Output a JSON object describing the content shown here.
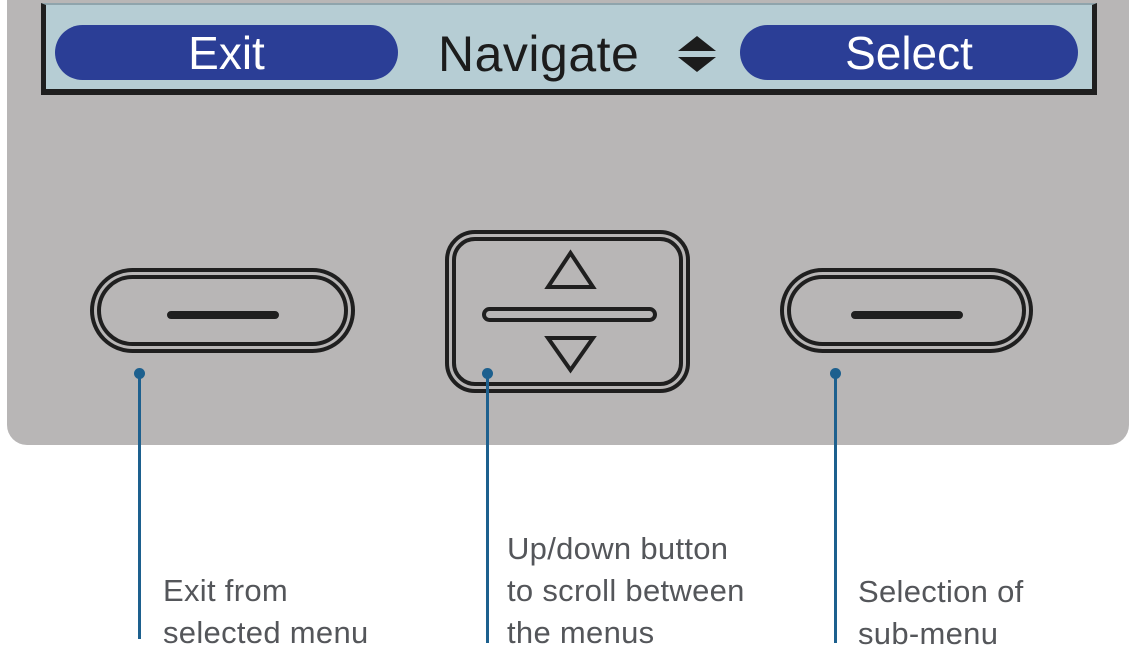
{
  "screen": {
    "exit_label": "Exit",
    "navigate_label": "Navigate",
    "select_label": "Select"
  },
  "icons": {
    "navigate": "up-down-arrows-icon",
    "center_button_up": "up-triangle-icon",
    "center_button_down": "down-triangle-icon"
  },
  "callouts": [
    {
      "target": "exit-button",
      "lines": [
        "Exit from",
        "selected menu"
      ]
    },
    {
      "target": "updown-button",
      "lines": [
        "Up/down button",
        "to scroll between",
        "the menus"
      ]
    },
    {
      "target": "select-button",
      "lines": [
        "Selection of",
        "sub-menu"
      ]
    }
  ],
  "colors": {
    "screen_background": "#b6cdd4",
    "button_pill_blue": "#2b3e96",
    "panel_gray": "#b8b6b6",
    "outline_black": "#1f1f1f",
    "callout_blue": "#1d608e",
    "label_text_gray": "#54565a"
  }
}
